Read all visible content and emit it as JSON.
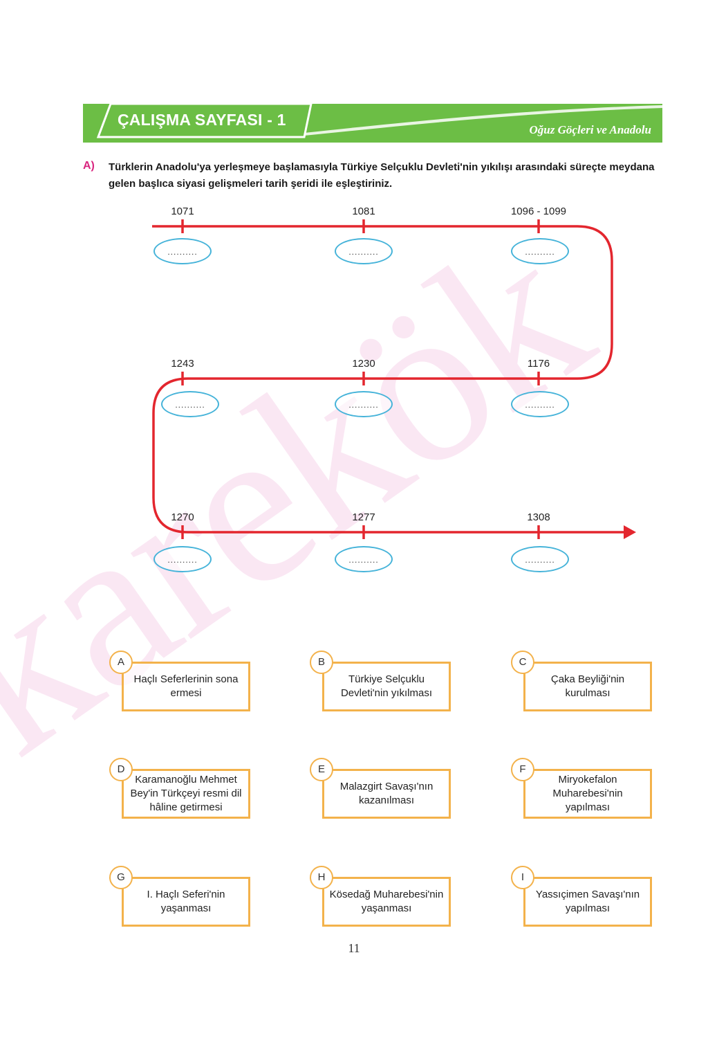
{
  "header": {
    "title": "ÇALIŞMA SAYFASI - 1",
    "subtitle": "Oğuz Göçleri ve Anadolu"
  },
  "question": {
    "letter": "A)",
    "instruction": "Türklerin Anadolu'ya yerleşmeye başlamasıyla Türkiye Selçuklu Devleti'nin yıkılışı arasındaki süreçte meydana gelen başlıca siyasi gelişmeleri tarih şeridi ile eşleştiriniz."
  },
  "timeline": {
    "row1": [
      "1071",
      "1081",
      "1096 - 1099"
    ],
    "row2": [
      "1243",
      "1230",
      "1176"
    ],
    "row3": [
      "1270",
      "1277",
      "1308"
    ],
    "blank": "..........",
    "line_color": "#e3262e",
    "oval_color": "#45b3d9"
  },
  "watermark": "karekök",
  "options": [
    {
      "letter": "A",
      "text": "Haçlı Seferlerinin sona ermesi"
    },
    {
      "letter": "B",
      "text": "Türkiye Selçuklu Devleti'nin yıkılması"
    },
    {
      "letter": "C",
      "text": "Çaka Beyliği'nin kurulması"
    },
    {
      "letter": "D",
      "text": "Karamanoğlu Mehmet Bey'in Türkçeyi resmi dil hâline getirmesi"
    },
    {
      "letter": "E",
      "text": "Malazgirt Savaşı'nın kazanılması"
    },
    {
      "letter": "F",
      "text": "Miryokefalon Muharebesi'nin yapılması"
    },
    {
      "letter": "G",
      "text": "I. Haçlı Seferi'nin yaşanması"
    },
    {
      "letter": "H",
      "text": "Kösedağ Muharebesi'nin yaşanması"
    },
    {
      "letter": "I",
      "text": "Yassıçimen Savaşı'nın yapılması"
    }
  ],
  "page_number": "11",
  "colors": {
    "header_green": "#6cbe45",
    "accent_pink": "#d9257f",
    "option_border": "#f3b24b"
  }
}
